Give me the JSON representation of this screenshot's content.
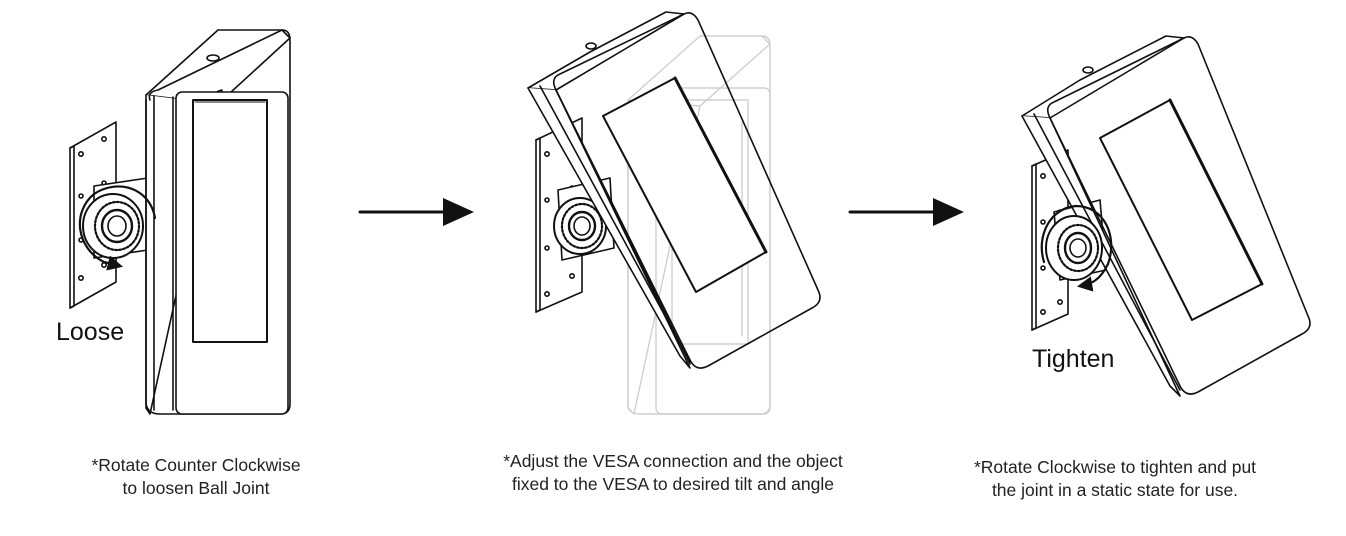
{
  "steps": [
    {
      "label": "Loose",
      "caption_line1": "*Rotate Counter Clockwise",
      "caption_line2": "to loosen Ball Joint"
    },
    {
      "label": "",
      "caption_line1": "*Adjust the VESA connection and the object",
      "caption_line2": "fixed to the VESA to desired tilt and angle"
    },
    {
      "label": "Tighten",
      "caption_line1": "*Rotate Clockwise to tighten and put",
      "caption_line2": "the joint in a static state for use."
    }
  ],
  "icons": [
    "right-arrow-icon",
    "counter-clockwise-arrow-icon",
    "clockwise-arrow-icon"
  ]
}
